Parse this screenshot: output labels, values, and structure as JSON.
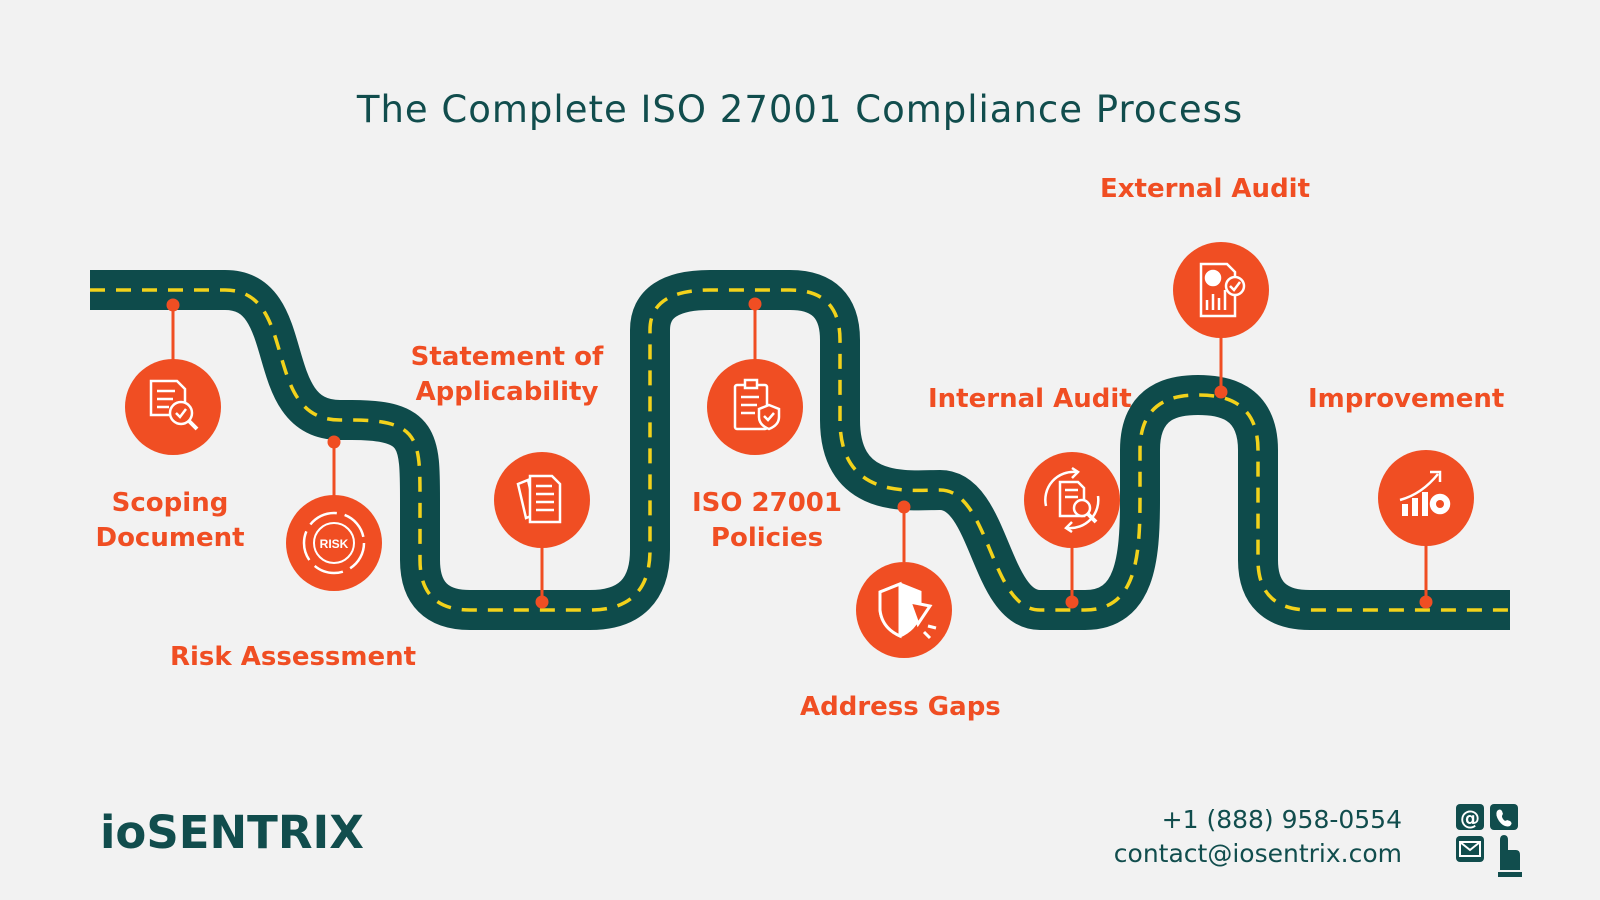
{
  "title": "The Complete ISO 27001 Compliance Process",
  "steps": [
    {
      "label": "Scoping Document",
      "icon": "document-search-icon"
    },
    {
      "label": "Risk Assessment",
      "icon": "risk-icon"
    },
    {
      "label": "Statement of Applicability",
      "icon": "documents-icon"
    },
    {
      "label": "ISO 27001 Policies",
      "icon": "clipboard-shield-icon"
    },
    {
      "label": "Address Gaps",
      "icon": "shield-alert-icon"
    },
    {
      "label": "Internal Audit",
      "icon": "audit-cycle-icon"
    },
    {
      "label": "External Audit",
      "icon": "report-check-icon"
    },
    {
      "label": "Improvement",
      "icon": "growth-gear-icon"
    }
  ],
  "footer": {
    "brand": "ioSENTRIX",
    "phone": "+1 (888) 958-0554",
    "email": "contact@iosentrix.com"
  },
  "colors": {
    "road": "#0e4b4b",
    "lane": "#f2d21b",
    "accent": "#f04e23",
    "text": "#114d4d",
    "background": "#f2f2f2"
  }
}
